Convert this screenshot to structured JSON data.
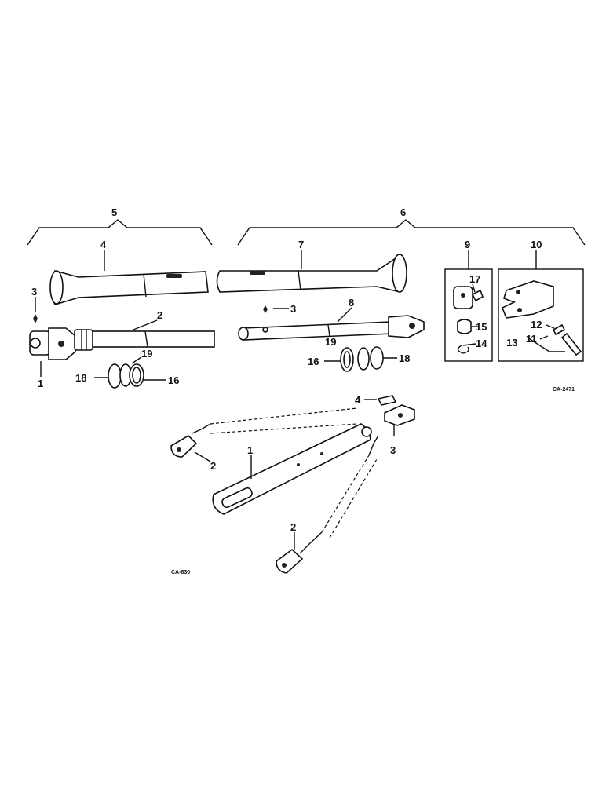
{
  "labels": {
    "pto_group_5": "5",
    "pto_group_6": "6",
    "shield_4": "4",
    "pin_3_left": "3",
    "shaft_2": "2",
    "yoke_1": "1",
    "ring_19_left": "19",
    "ring_18_left": "18",
    "ring_16_left": "16",
    "shield_7": "7",
    "pin_3_right": "3",
    "shaft_8": "8",
    "ring_19_right": "19",
    "ring_16_right": "16",
    "ring_18_right": "18",
    "kit_9": "9",
    "kit_10": "10",
    "part_17": "17",
    "part_15": "15",
    "part_14": "14",
    "part_12": "12",
    "part_11": "11",
    "part_13": "13",
    "drawbar_pin_4": "4",
    "drawbar_clevis_3": "3",
    "drawbar_chain_2_top": "2",
    "drawbar_1": "1",
    "drawbar_chain_2_bottom": "2"
  },
  "codes": {
    "upper": "CA-2471",
    "lower": "CA-830"
  }
}
